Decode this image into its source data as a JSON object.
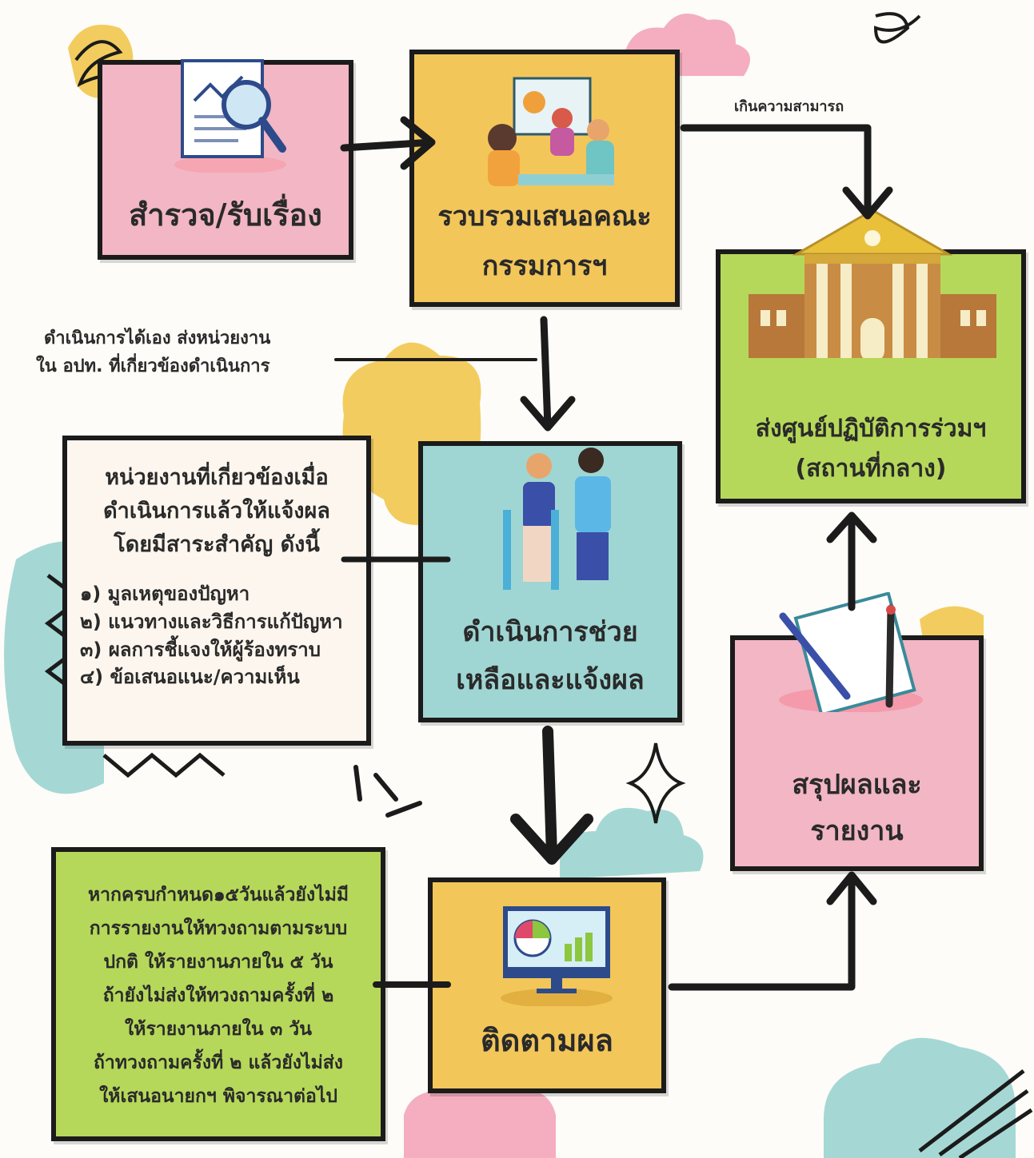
{
  "steps": {
    "survey": "สำรวจ/รับเรื่อง",
    "committee_line1": "รวบรวมเสนอคณะ",
    "committee_line2": "กรรมการฯ",
    "assist_line1": "ดำเนินการช่วย",
    "assist_line2": "เหลือและแจ้งผล",
    "follow": "ติดตามผล",
    "summary_line1": "สรุปผลและ",
    "summary_line2": "รายงาน",
    "center_line1": "ส่งศูนย์ปฏิบัติการร่วมฯ",
    "center_line2": "(สถานที่กลาง)"
  },
  "labels": {
    "exceed": "เกินความสามารถ",
    "self_line1": "ดำเนินการได้เอง ส่งหน่วยงาน",
    "self_line2": "ใน อปท. ที่เกี่ยวข้องดำเนินการ"
  },
  "report_box": {
    "heading": [
      "หน่วยงานที่เกี่ยวข้องเมื่อ",
      "ดำเนินการแล้วให้แจ้งผล",
      "โดยมีสาระสำคัญ ดังนี้"
    ],
    "items": [
      "๑) มูลเหตุของปัญหา",
      "๒) แนวทางและวิธีการแก้ปัญหา",
      "๓) ผลการชี้แจงให้ผู้ร้องทราบ",
      "๔) ข้อเสนอแนะ/ความเห็น"
    ]
  },
  "deadline_box": {
    "lines": [
      "หากครบกำหนด๑๕วันแล้วยังไม่มี",
      "การรายงานให้ทวงถามตามระบบ",
      "ปกติ ให้รายงานภายใน ๕ วัน",
      "ถ้ายังไม่ส่งให้ทวงถามครั้งที่ ๒",
      "ให้รายงานภายใน ๓ วัน",
      "ถ้าทวงถามครั้งที่ ๒ แล้วยังไม่ส่ง",
      "ให้เสนอนายกฯ พิจารณาต่อไป"
    ]
  },
  "colors": {
    "pink": "#f2b6c4",
    "yellow": "#f3c65a",
    "green": "#b6d85a",
    "teal": "#9fd6d3",
    "ink": "#1b1b1b"
  }
}
